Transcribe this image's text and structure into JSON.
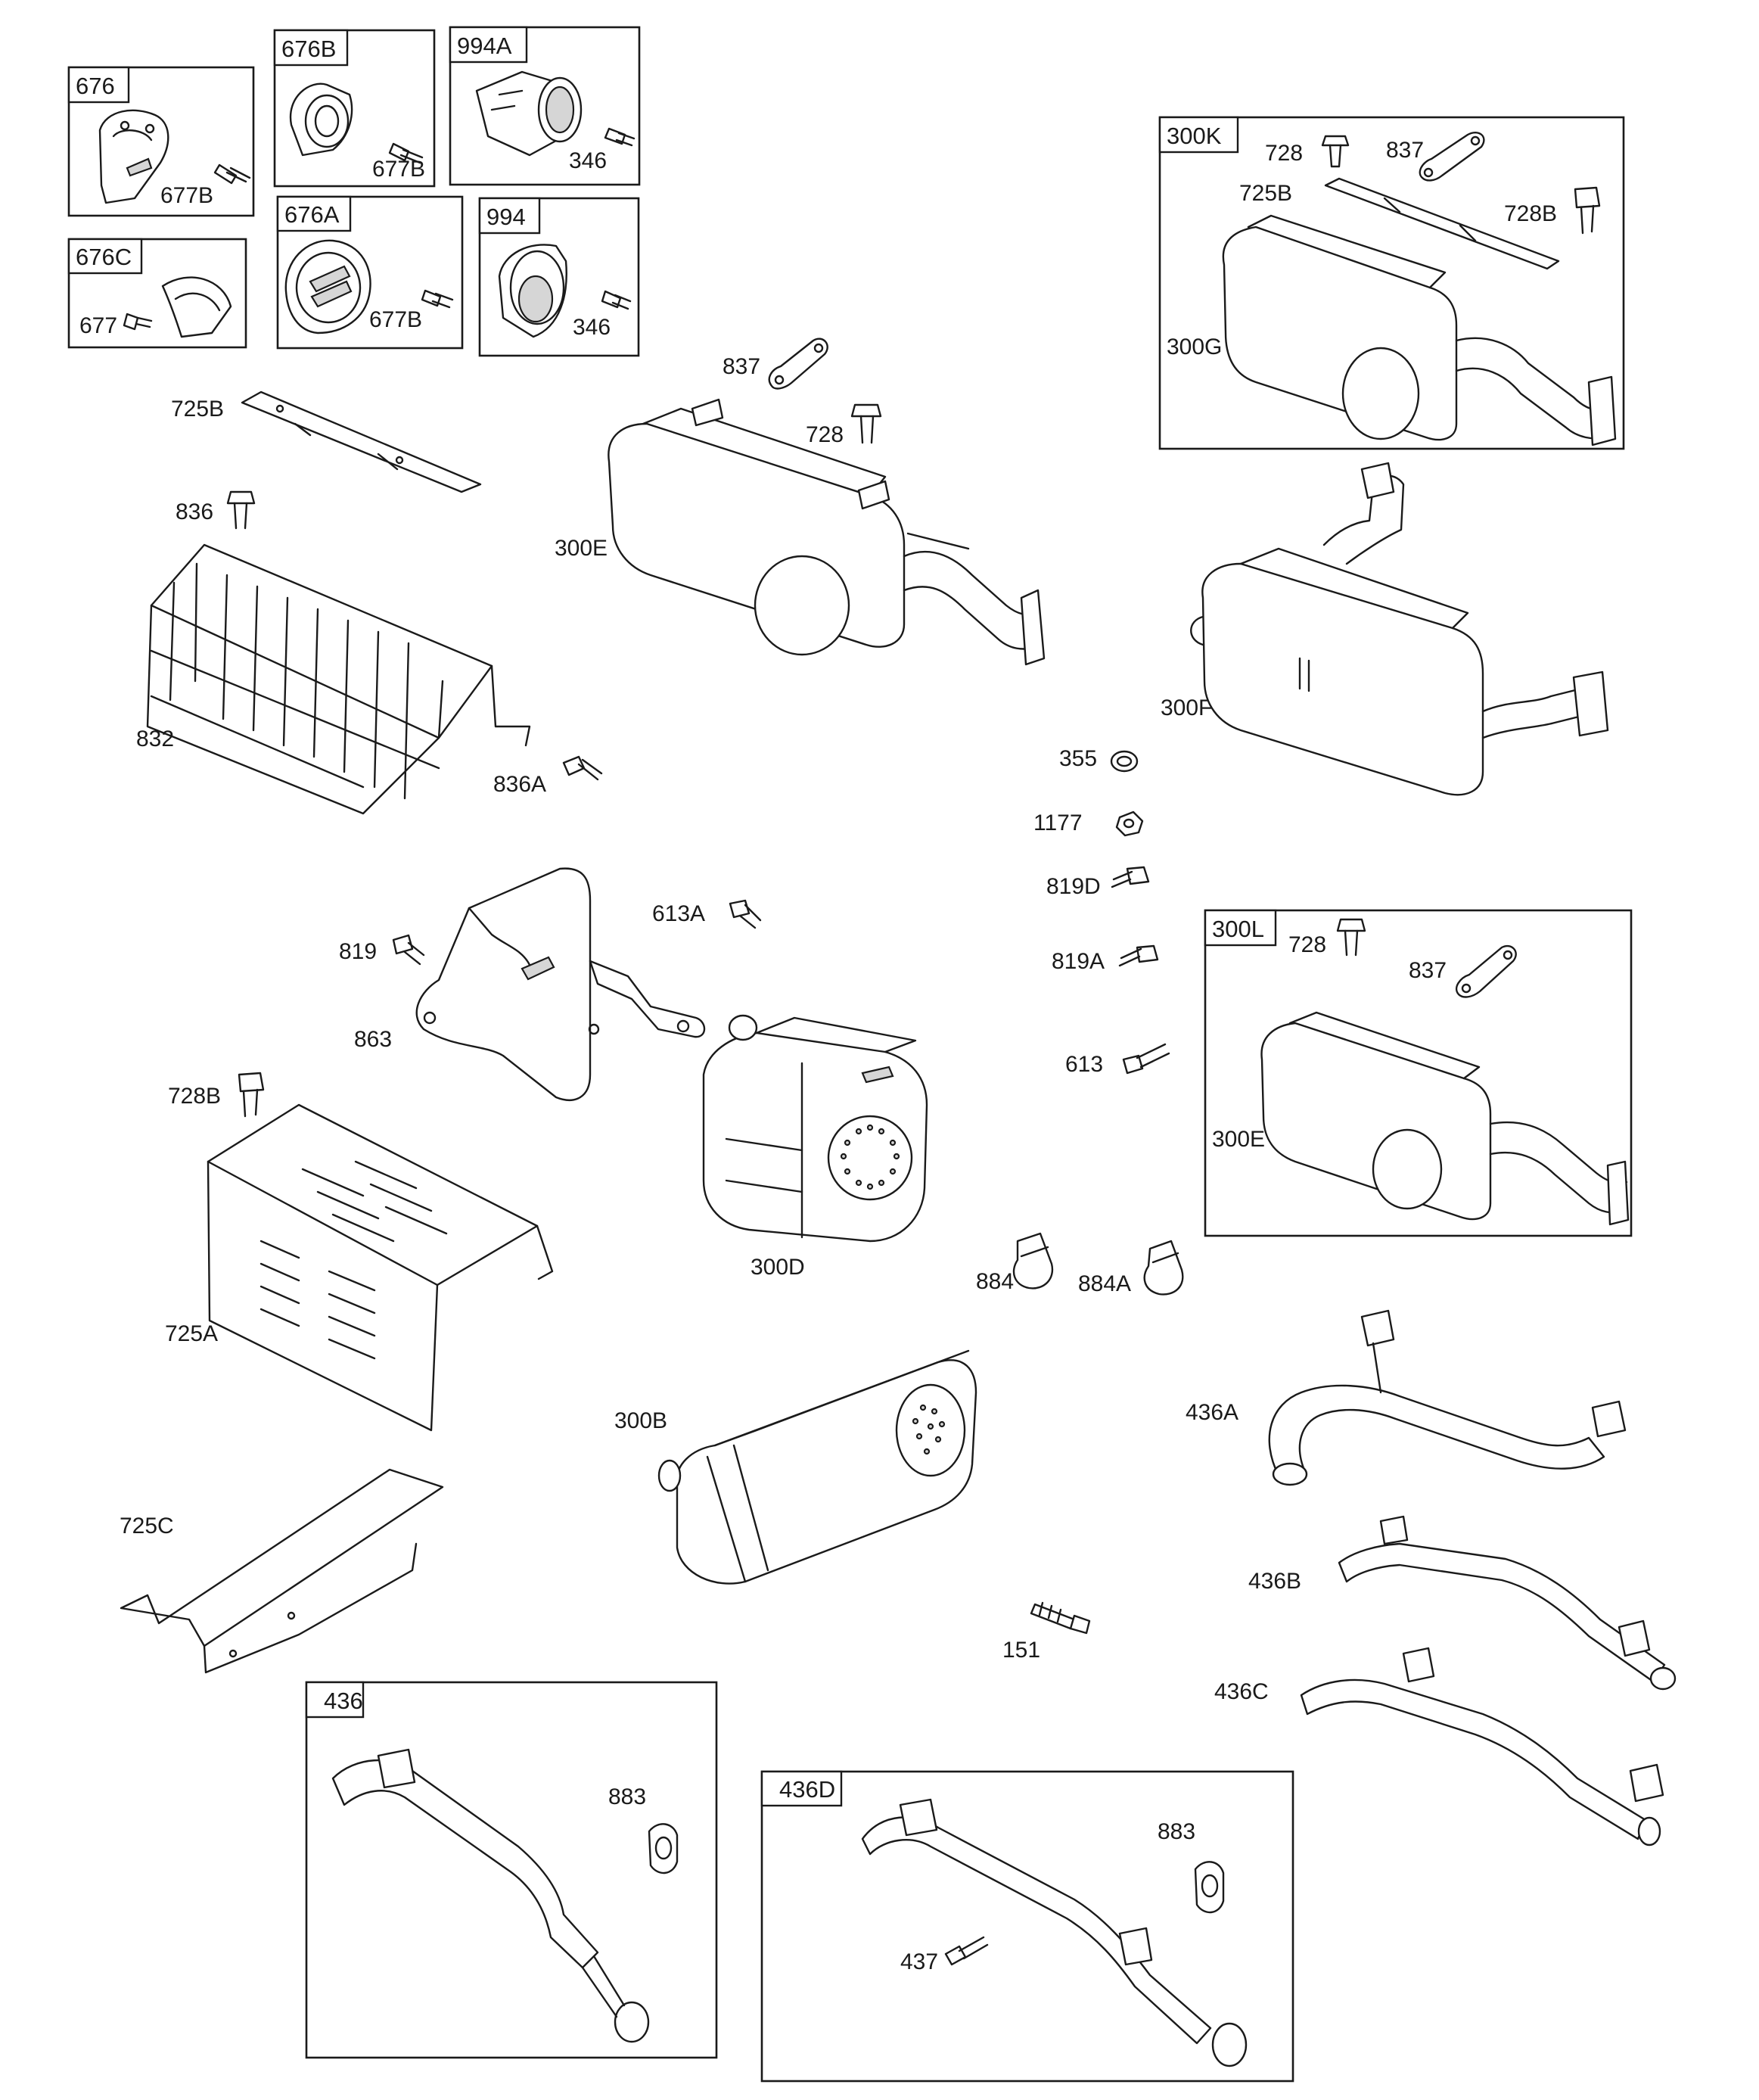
{
  "labels": {
    "l_676": "676",
    "l_677B_a": "677B",
    "l_676B": "676B",
    "l_677B_b": "677B",
    "l_994A": "994A",
    "l_346_a": "346",
    "l_676C": "676C",
    "l_677": "677",
    "l_676A": "676A",
    "l_677B_c": "677B",
    "l_994": "994",
    "l_346_b": "346",
    "l_300K": "300K",
    "l_728_k": "728",
    "l_837_k": "837",
    "l_725B_k": "725B",
    "l_728B_k": "728B",
    "l_300G": "300G",
    "l_837_main": "837",
    "l_728_main": "728",
    "l_725B_main": "725B",
    "l_836": "836",
    "l_300E_main": "300E",
    "l_832": "832",
    "l_836A": "836A",
    "l_300F": "300F",
    "l_355": "355",
    "l_1177": "1177",
    "l_819D": "819D",
    "l_819A": "819A",
    "l_613": "613",
    "l_613A": "613A",
    "l_819": "819",
    "l_863": "863",
    "l_728B_main": "728B",
    "l_300D": "300D",
    "l_725A": "725A",
    "l_300L": "300L",
    "l_728_l": "728",
    "l_837_l": "837",
    "l_300E_l": "300E",
    "l_884": "884",
    "l_884A": "884A",
    "l_436A": "436A",
    "l_300B": "300B",
    "l_725C": "725C",
    "l_436B": "436B",
    "l_151": "151",
    "l_436C": "436C",
    "l_436": "436",
    "l_883_a": "883",
    "l_436D": "436D",
    "l_883_b": "883",
    "l_437": "437"
  }
}
